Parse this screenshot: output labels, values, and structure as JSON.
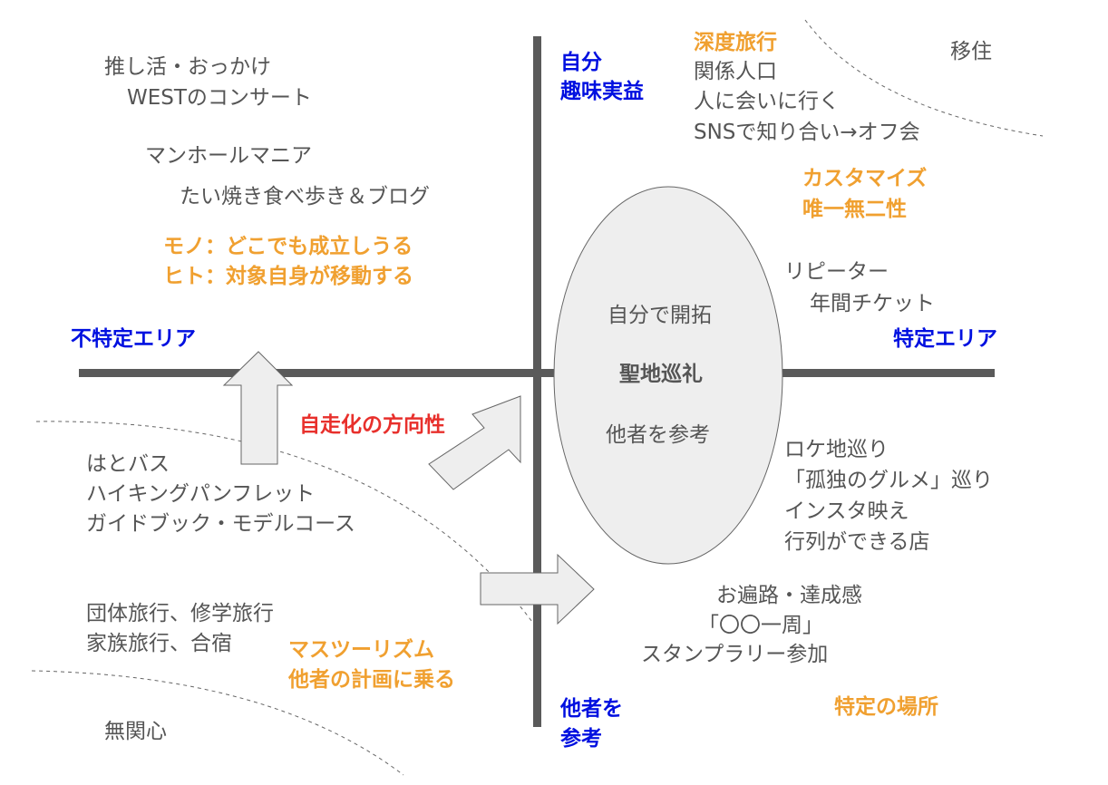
{
  "colors": {
    "text": "#555555",
    "orange": "#f0a030",
    "blue": "#0010e0",
    "red": "#e8302c",
    "axis": "#5a5a5a",
    "shape_fill": "#eeeeee"
  },
  "axes": {
    "top": [
      "自分",
      "趣味実益"
    ],
    "bottom": [
      "他者を",
      "参考"
    ],
    "left": "不特定エリア",
    "right": "特定エリア"
  },
  "center": {
    "line1": "自分で開拓",
    "line2": "聖地巡礼",
    "line3": "他者を参考"
  },
  "direction_label": "自走化の方向性",
  "top_left": {
    "l1": "推し活・おっかけ",
    "l2": "WESTのコンサート",
    "l3": "マンホールマニア",
    "l4": "たい焼き食べ歩き＆ブログ",
    "o1": "モノ：どこでも成立しうる",
    "o2": "ヒト：対象自身が移動する"
  },
  "top_right": {
    "o1": "深度旅行",
    "l1": "関係人口",
    "l2": "人に会いに行く",
    "l3": "SNSで知り合い→オフ会",
    "migration": "移住",
    "o2": "カスタマイズ",
    "o3": "唯一無二性",
    "l4": "リピーター",
    "l5": "年間チケット"
  },
  "bottom_right": {
    "l1": "ロケ地巡り",
    "l2": "「孤独のグルメ」巡り",
    "l3": "インスタ映え",
    "l4": "行列ができる店",
    "l5": "お遍路・達成感",
    "l6": "「〇〇一周」",
    "l7": "スタンプラリー参加",
    "o1": "特定の場所"
  },
  "bottom_left": {
    "l1": "はとバス",
    "l2": "ハイキングパンフレット",
    "l3": "ガイドブック・モデルコース",
    "l4": "団体旅行、修学旅行",
    "l5": "家族旅行、合宿",
    "o1": "マスツーリズム",
    "o2": "他者の計画に乗る",
    "l6": "無関心"
  }
}
